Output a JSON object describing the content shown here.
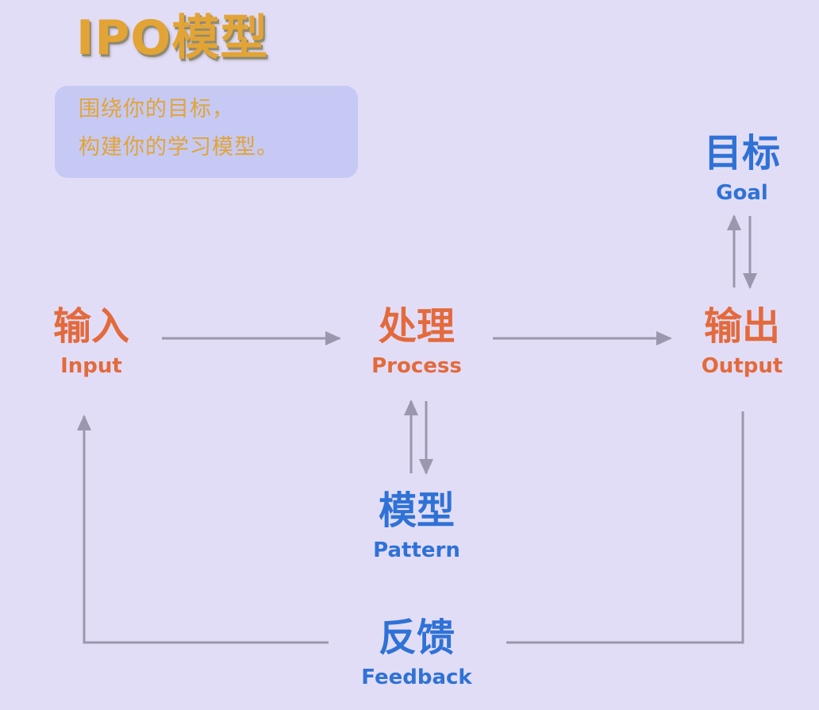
{
  "header": {
    "title": "IPO模型"
  },
  "intro": {
    "line1": "围绕你的目标，",
    "line2": "构建你的学习模型。"
  },
  "nodes": {
    "input": {
      "zh": "输入",
      "en": "Input"
    },
    "process": {
      "zh": "处理",
      "en": "Process"
    },
    "output": {
      "zh": "输出",
      "en": "Output"
    },
    "goal": {
      "zh": "目标",
      "en": "Goal"
    },
    "pattern": {
      "zh": "模型",
      "en": "Pattern"
    },
    "feedback": {
      "zh": "反馈",
      "en": "Feedback"
    }
  },
  "colors": {
    "background": "#e2ddf7",
    "title": "#e3a436",
    "intro_box": "#c5c9f4",
    "orange_nodes": "#e36a3c",
    "blue_nodes": "#2f72d6",
    "arrows": "#9a97ae"
  }
}
